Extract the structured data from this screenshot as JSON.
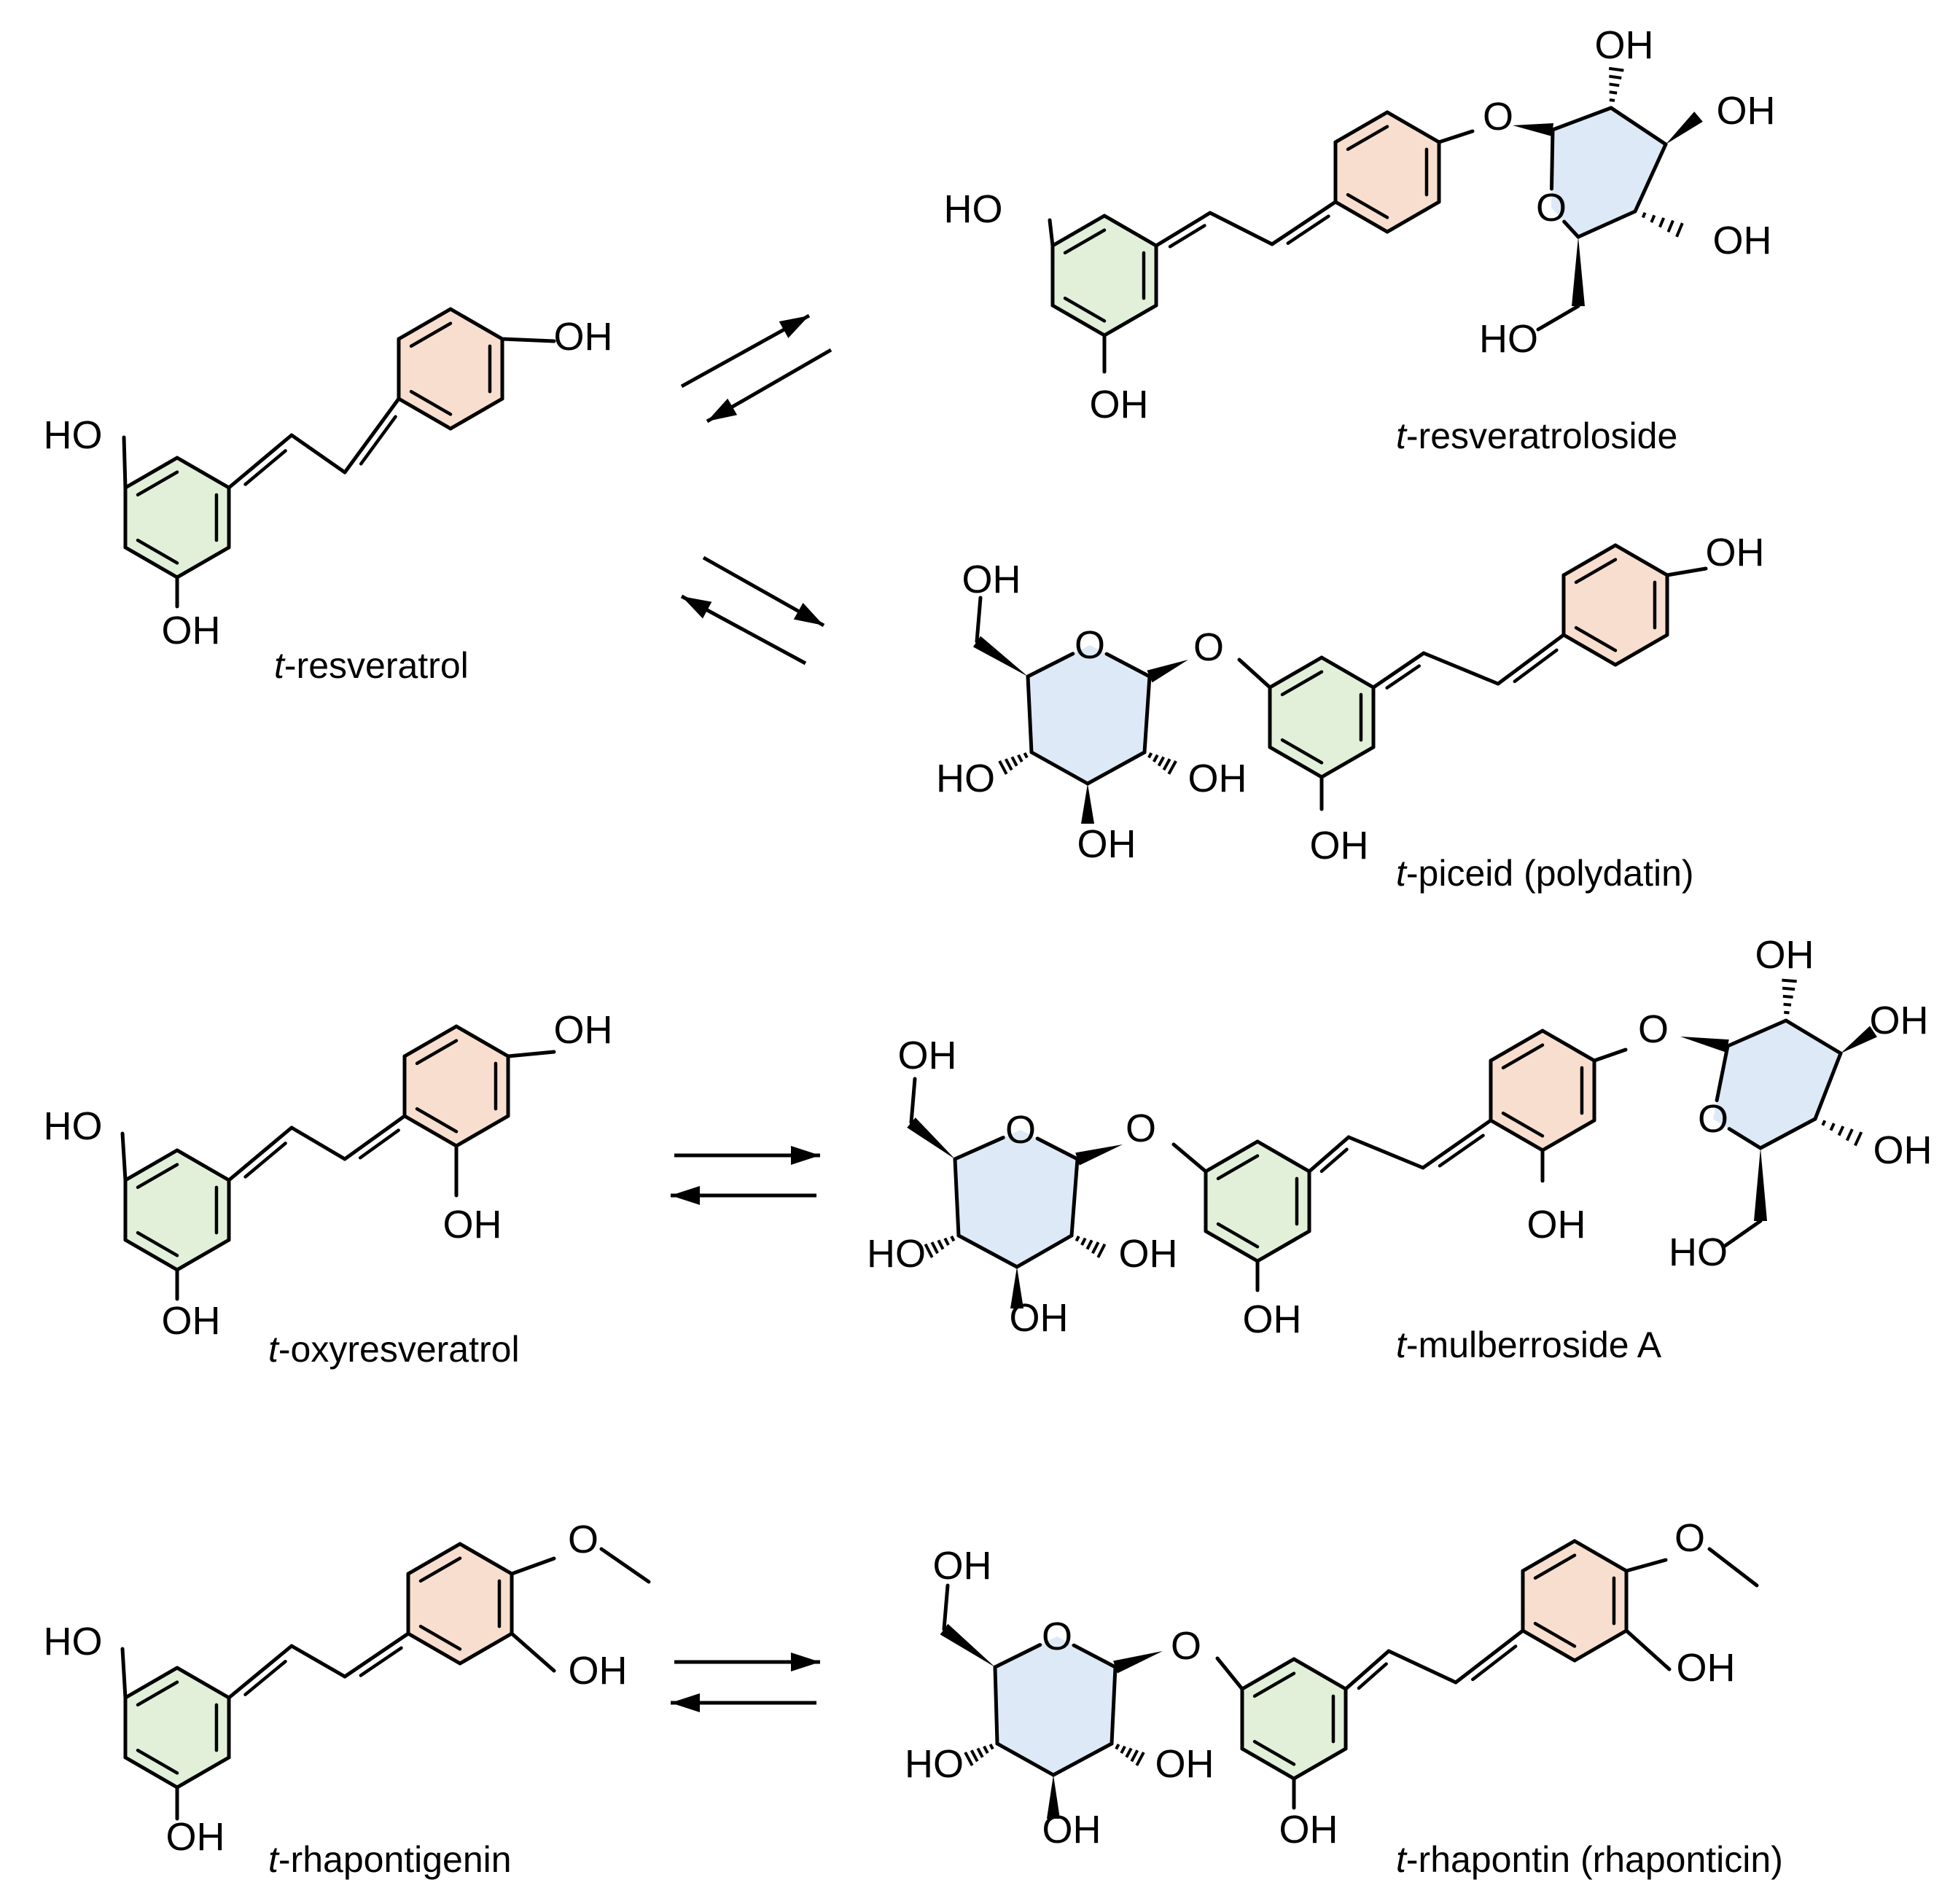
{
  "compounds": {
    "resveratrol": {
      "prefix": "t",
      "name": "-resveratrol"
    },
    "resveratroloside": {
      "prefix": "t",
      "name": "-resveratroloside"
    },
    "piceid": {
      "prefix": "t",
      "name": "-piceid (polydatin)"
    },
    "oxyresveratrol": {
      "prefix": "t",
      "name": "-oxyresveratrol"
    },
    "mulberroside": {
      "prefix": "t",
      "name": "-mulberroside A"
    },
    "rhapontigenin": {
      "prefix": "t",
      "name": "-rhapontigenin"
    },
    "rhapontin": {
      "prefix": "t",
      "name": "-rhapontin (rhaponticin)"
    }
  },
  "atoms": {
    "oh": "OH",
    "ho": "HO",
    "o": "O"
  },
  "colors": {
    "green_ring": "#e2efd9",
    "peach_ring": "#f7dece",
    "blue_ring": "#dde9f6",
    "ink": "#000000"
  }
}
